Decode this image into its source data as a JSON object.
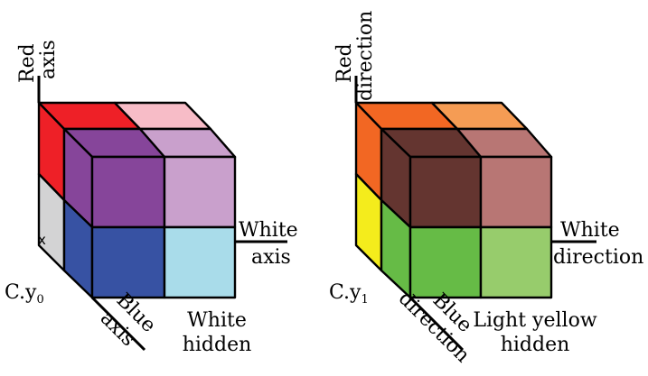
{
  "left_cube": {
    "top_faces": {
      "back_left": "#ee2027",
      "back_right": "#f7bcc7",
      "front_left": "#86459a",
      "front_right": "#c9a0cc"
    },
    "left_faces": {
      "back_top": "#ee2027",
      "back_bottom": "#d3d3d4",
      "front_top": "#86459a",
      "front_bottom": "#3752a3"
    },
    "front_faces": {
      "top_left": "#86459a",
      "top_right": "#c9a0cc",
      "bottom_left": "#3752a3",
      "bottom_right": "#a9dcea"
    },
    "red_axis": {
      "line1": "Red",
      "line2": "axis"
    },
    "white_axis": {
      "line1": "White",
      "line2": "axis"
    },
    "blue_axis": {
      "line1": "Blue",
      "line2": "axis"
    },
    "hidden": {
      "line1": "White",
      "line2": "hidden"
    },
    "cy_main": "C.y",
    "cy_sub": "0",
    "x_mark": "x"
  },
  "right_cube": {
    "top_faces": {
      "back_left": "#f26723",
      "back_right": "#f59c54",
      "front_left": "#643530",
      "front_right": "#b87674"
    },
    "left_faces": {
      "back_top": "#f26723",
      "back_bottom": "#f4ec1c",
      "front_top": "#643530",
      "front_bottom": "#66bb46"
    },
    "front_faces": {
      "top_left": "#643530",
      "top_right": "#b87674",
      "bottom_left": "#66bb46",
      "bottom_right": "#97cc6c"
    },
    "red_axis": {
      "line1": "Red",
      "line2": "direction"
    },
    "white_axis": {
      "line1": "White",
      "line2": "direction"
    },
    "blue_axis": {
      "line1": "Blue",
      "line2": "direction"
    },
    "hidden": {
      "line1": "Light yellow",
      "line2": "hidden"
    },
    "cy_main": "C.y",
    "cy_sub": "1"
  }
}
